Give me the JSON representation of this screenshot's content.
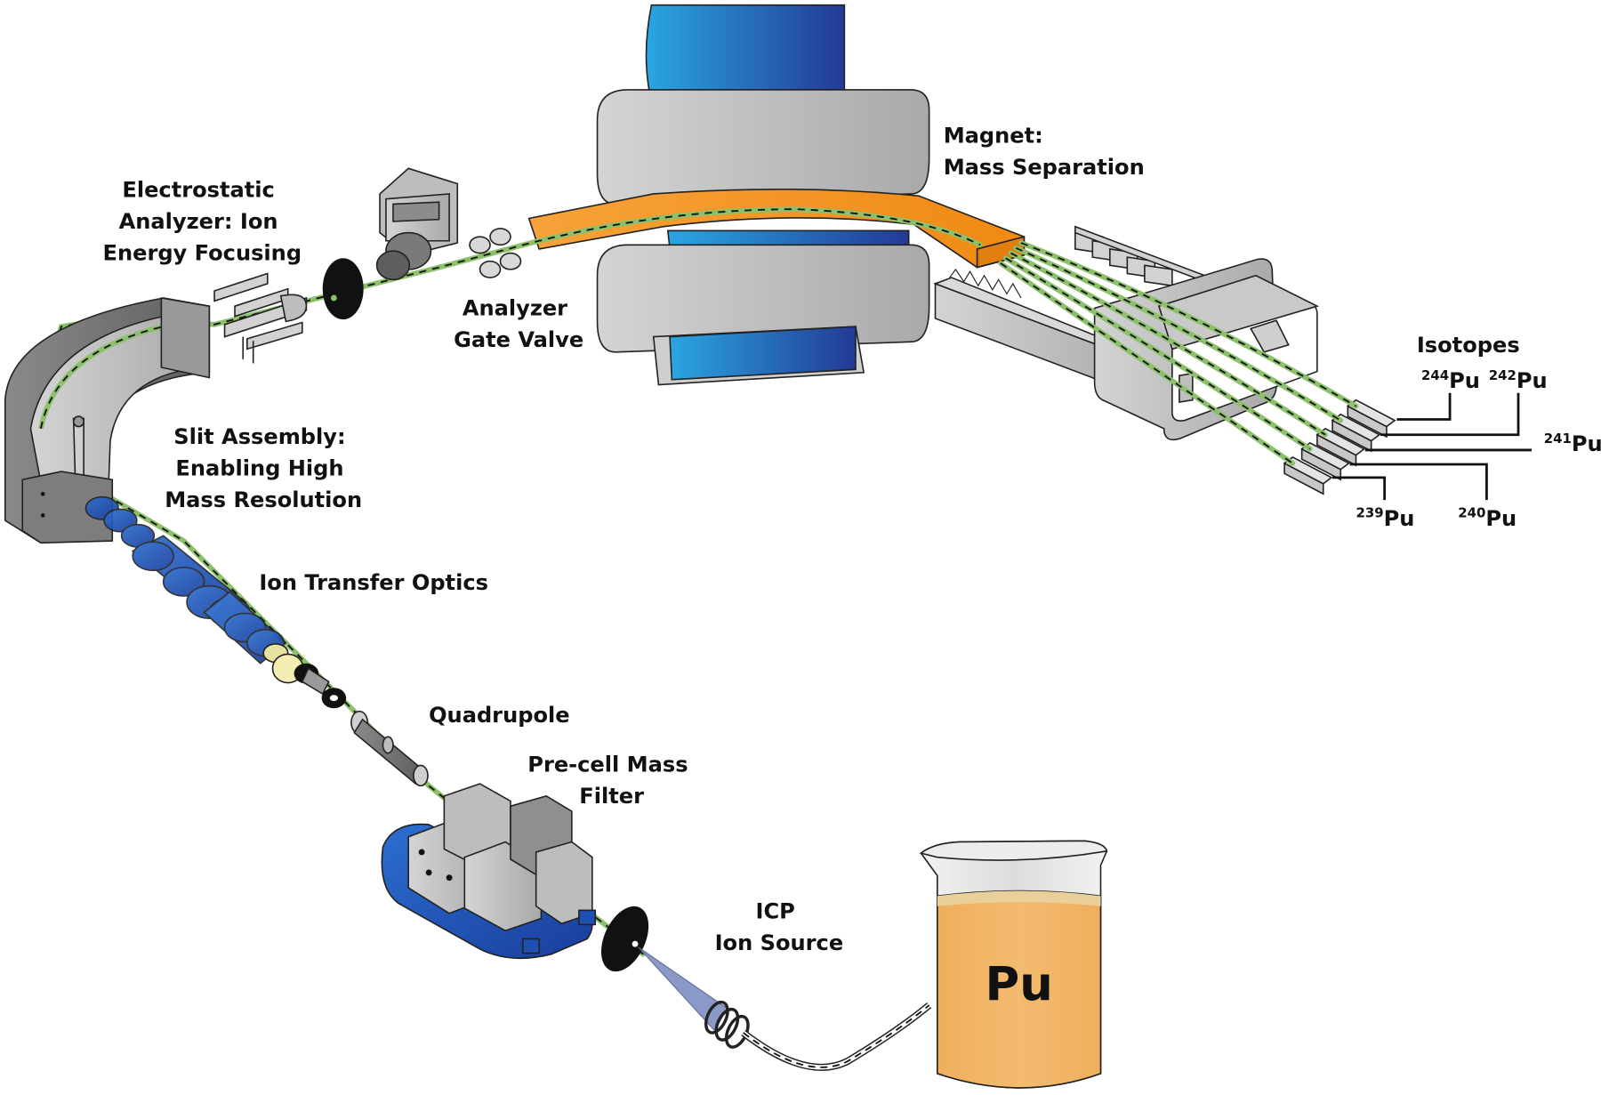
{
  "diagram": {
    "title": "Multi-collector ICP-MS instrument schematic for plutonium isotope analysis",
    "labels": {
      "electrostatic_analyzer": [
        "Electrostatic",
        "Analyzer: Ion",
        "Energy Focusing"
      ],
      "analyzer_gate_valve": [
        "Analyzer",
        "Gate Valve"
      ],
      "magnet": [
        "Magnet:",
        "Mass Separation"
      ],
      "slit_assembly": [
        "Slit Assembly:",
        "Enabling High",
        "Mass Resolution"
      ],
      "ion_transfer_optics": "Ion Transfer Optics",
      "quadrupole": "Quadrupole",
      "pre_cell_mass_filter": [
        "Pre-cell Mass",
        "Filter"
      ],
      "icp_ion_source": [
        "ICP",
        "Ion Source"
      ],
      "isotopes_heading": "Isotopes"
    },
    "isotopes": [
      {
        "mass": "244",
        "element": "Pu"
      },
      {
        "mass": "242",
        "element": "Pu"
      },
      {
        "mass": "241",
        "element": "Pu"
      },
      {
        "mass": "240",
        "element": "Pu"
      },
      {
        "mass": "239",
        "element": "Pu"
      }
    ],
    "sample": {
      "label": "Pu"
    },
    "colors": {
      "beam": "#8cc06a",
      "magnet_blue_light": "#29a3e0",
      "magnet_blue_dark": "#223c96",
      "flight_tube_orange": "#f4a030",
      "steel_gray": "#bdbdbd",
      "sample_liquid": "#f2b566",
      "plasma_cone": "#7f8fc4"
    }
  }
}
